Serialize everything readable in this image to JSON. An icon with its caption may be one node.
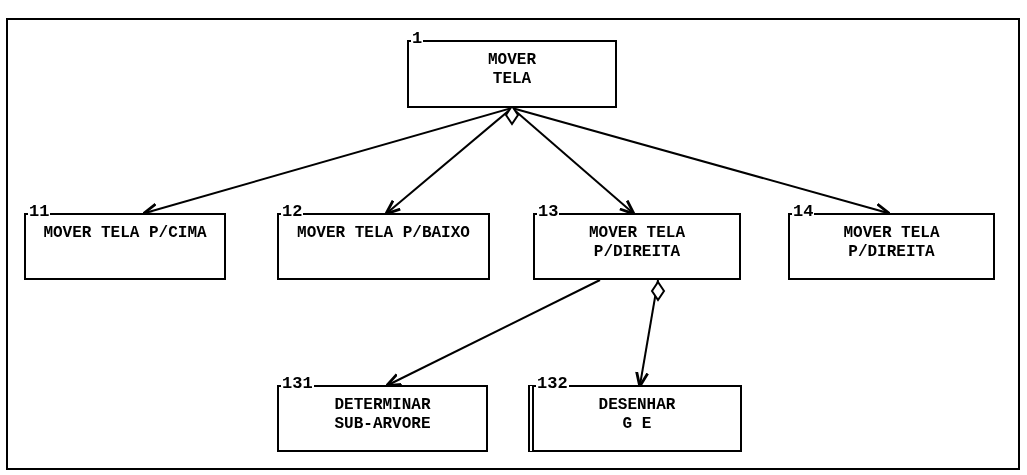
{
  "diagram": {
    "nodes": [
      {
        "text": [
          "1",
          "MOVER TELA"
        ]
      },
      {
        "text": [
          "11",
          "MOVER TELA P/CIMA"
        ]
      },
      {
        "text": [
          "12",
          "MOVER TELA P/BAIXO"
        ]
      },
      {
        "text": [
          "13",
          "MOVER TELA P/DIREITA"
        ]
      },
      {
        "text": [
          "14",
          "MOVER TELA P/DIREITA"
        ]
      },
      {
        "text": [
          "131",
          "DETERMINAR SUB-ARVORE"
        ]
      },
      {
        "text": [
          "132",
          "DESENHAR G E"
        ]
      }
    ],
    "edges": [
      {
        "from": 0,
        "to": 1,
        "arrow": "to"
      },
      {
        "from": 0,
        "to": 2,
        "arrow": "to"
      },
      {
        "from": 0,
        "to": 3,
        "arrow": "to"
      },
      {
        "from": 0,
        "to": 4,
        "arrow": "to"
      },
      {
        "from": 3,
        "to": 5,
        "arrow": "to"
      },
      {
        "from": 3,
        "to": 6,
        "arrow": "to"
      }
    ]
  }
}
